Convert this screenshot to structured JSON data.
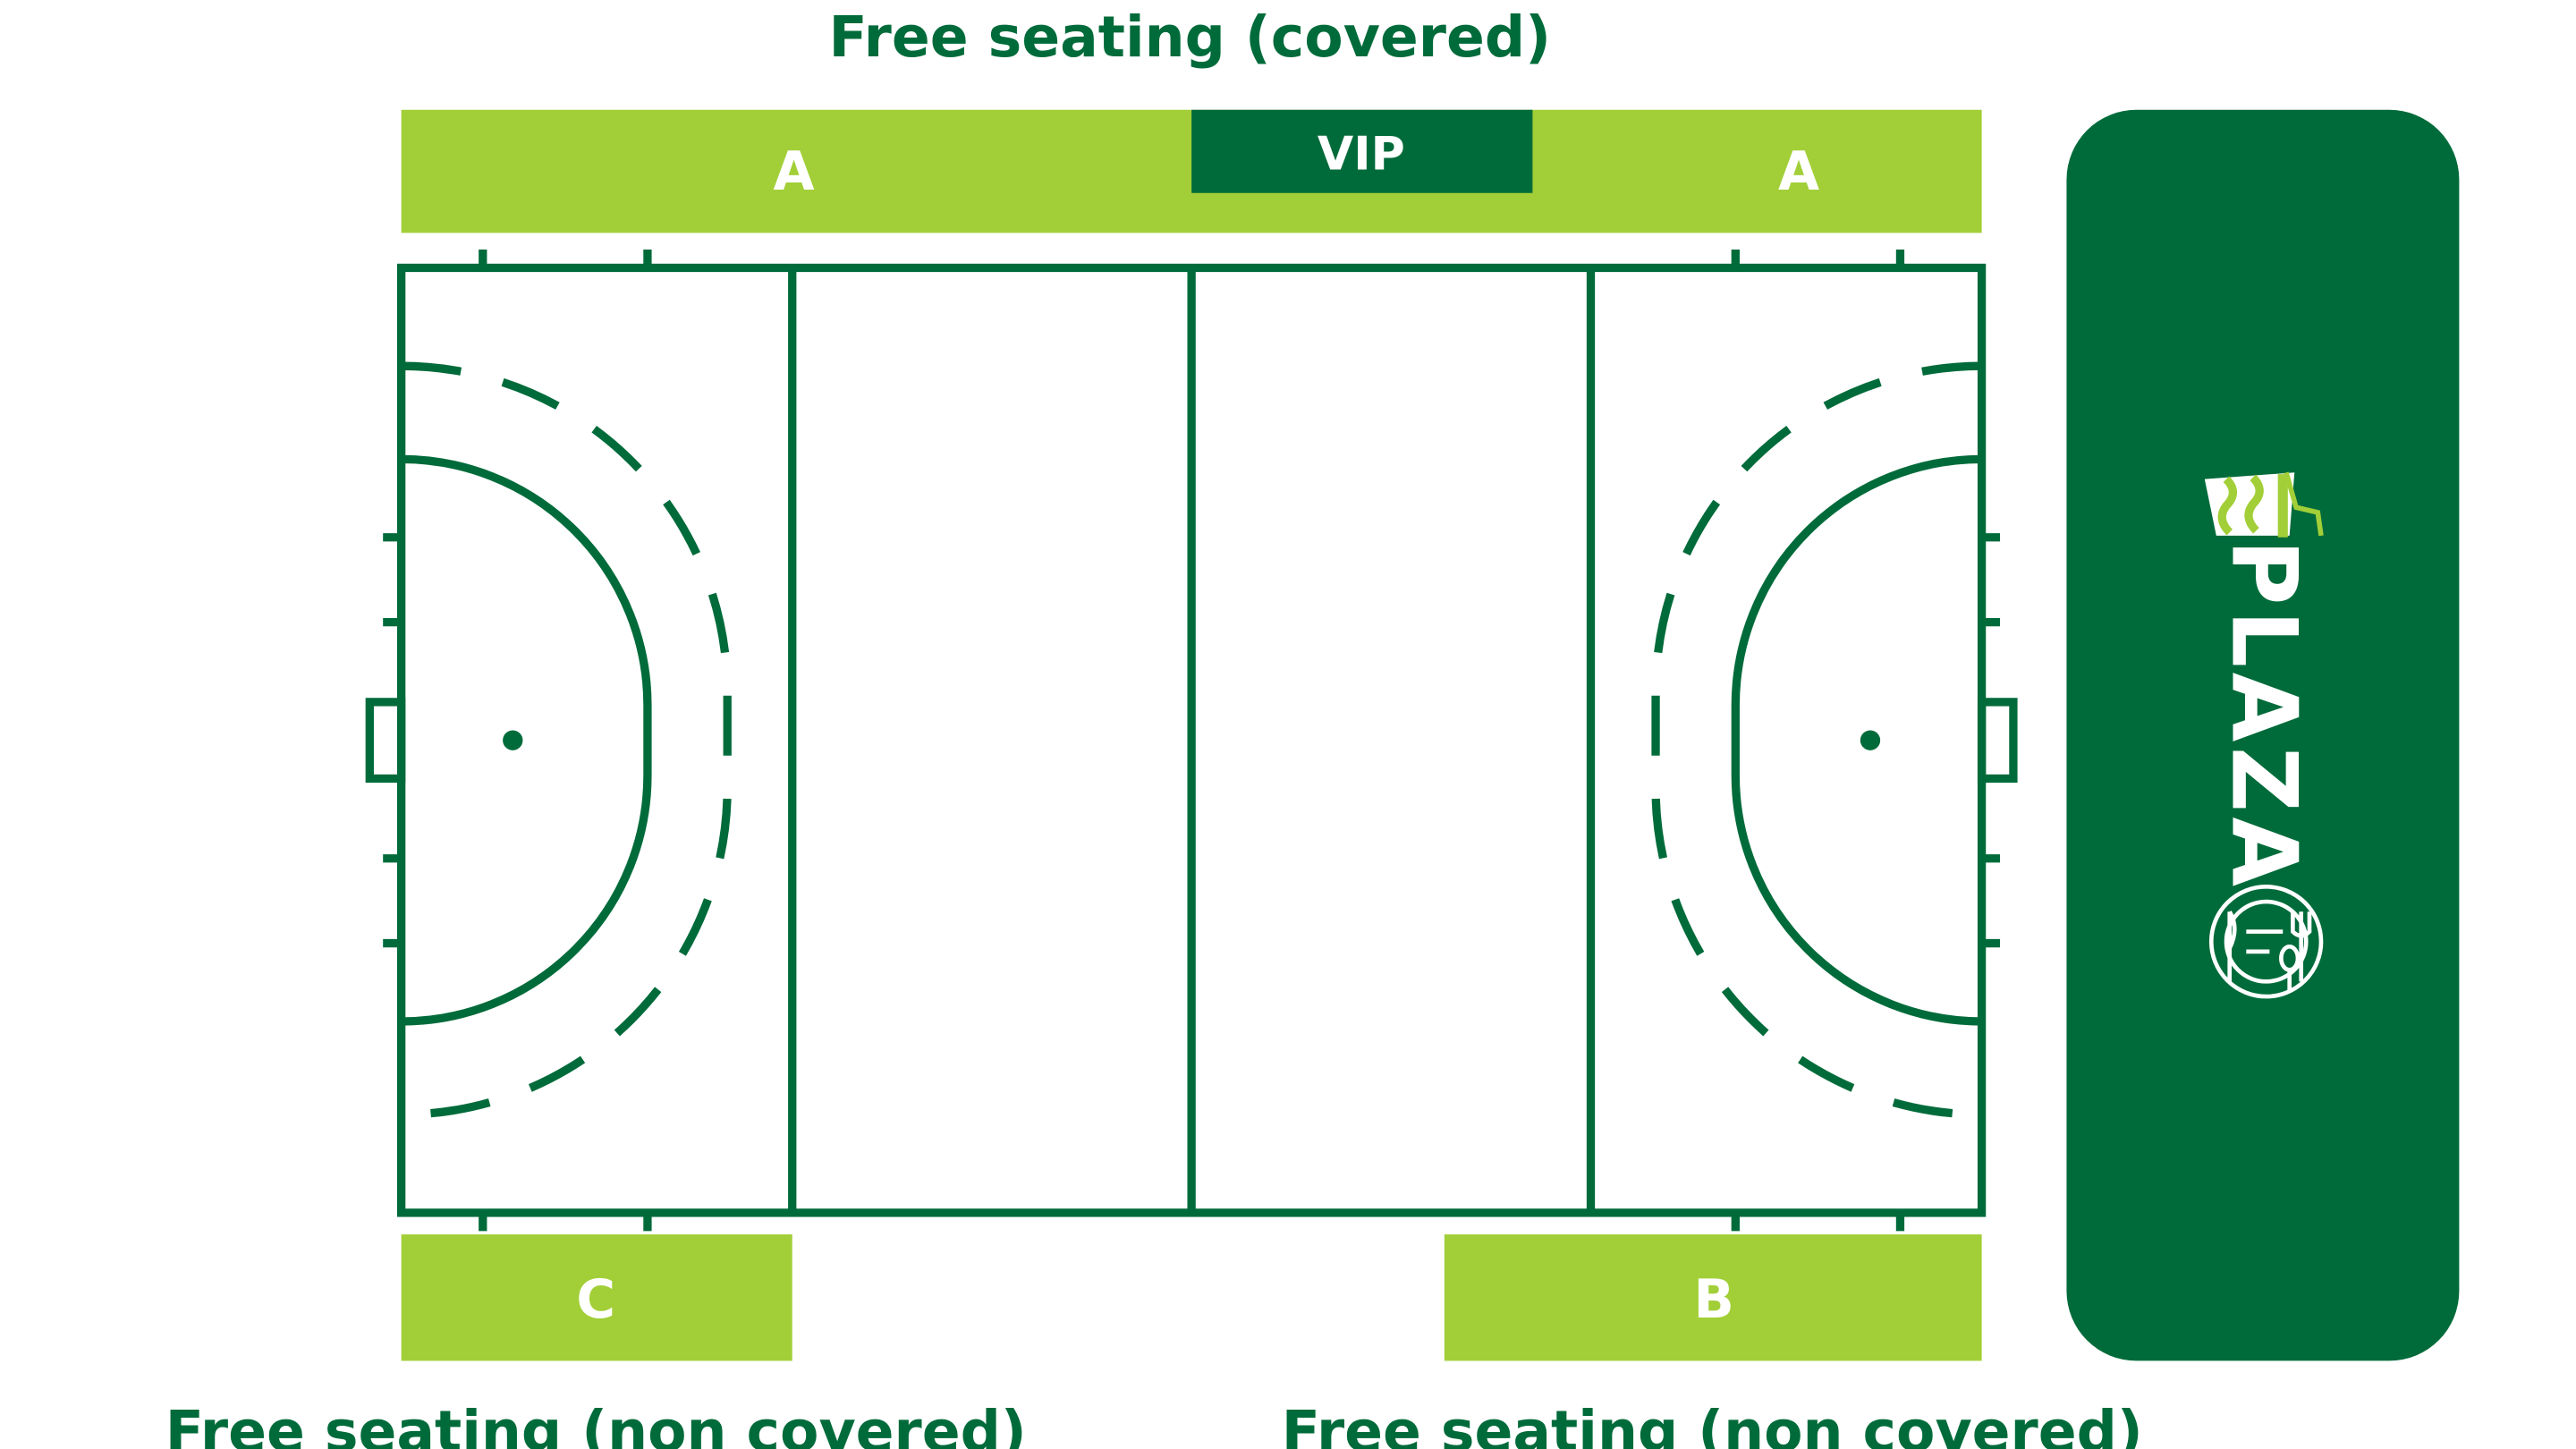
{
  "labels": {
    "top_caption": "Free seating (covered)",
    "bottom_left_caption": "Free seating (non covered)",
    "bottom_right_caption": "Free seating (non covered)"
  },
  "stands": {
    "top_left": "A",
    "vip": "VIP",
    "top_right": "A",
    "bottom_left": "C",
    "bottom_right": "B"
  },
  "plaza": {
    "label": "PLAZA",
    "drink_icon": "drink-cup-icon",
    "food_icon": "plate-cutlery-icon"
  },
  "colors": {
    "dark_green": "#006B3A",
    "light_green": "#A2CF38",
    "white": "#FFFFFF"
  }
}
